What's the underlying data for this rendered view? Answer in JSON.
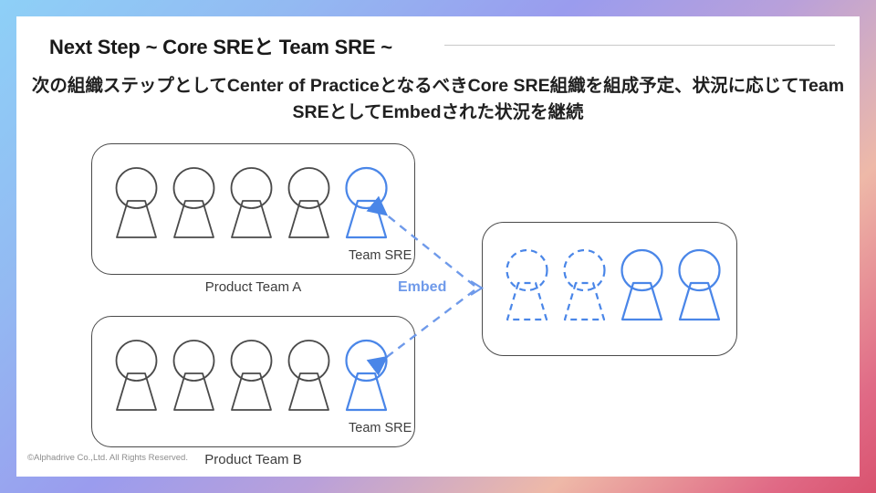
{
  "slide": {
    "title": "Next Step ~ Core SREと Team SRE ~",
    "lead_text": "次の組織ステップとしてCenter of PracticeとなるべきCore SRE組織を組成予定、状況に応じてTeam SREとしてEmbedされた状況を継続",
    "copyright": "©Alphadrive Co.,Ltd. All Rights Reserved."
  },
  "colors": {
    "accent_blue": "#4a86e8",
    "embed_label": "#6f9aea",
    "outline_dark": "#4a4a4a",
    "title_rule": "#c9c9c9"
  },
  "diagram": {
    "connector_label": "Embed",
    "team_a": {
      "caption": "Product Team A",
      "sre_label": "Team SRE",
      "members": [
        {
          "style": "solid",
          "color": "dark"
        },
        {
          "style": "solid",
          "color": "dark"
        },
        {
          "style": "solid",
          "color": "dark"
        },
        {
          "style": "solid",
          "color": "dark"
        },
        {
          "style": "solid",
          "color": "blue"
        }
      ]
    },
    "team_b": {
      "caption": "Product Team B",
      "sre_label": "Team SRE",
      "members": [
        {
          "style": "solid",
          "color": "dark"
        },
        {
          "style": "solid",
          "color": "dark"
        },
        {
          "style": "solid",
          "color": "dark"
        },
        {
          "style": "solid",
          "color": "dark"
        },
        {
          "style": "solid",
          "color": "blue"
        }
      ]
    },
    "core_sre": {
      "members": [
        {
          "style": "dashed",
          "color": "blue"
        },
        {
          "style": "dashed",
          "color": "blue"
        },
        {
          "style": "solid",
          "color": "blue"
        },
        {
          "style": "solid",
          "color": "blue"
        }
      ]
    }
  }
}
